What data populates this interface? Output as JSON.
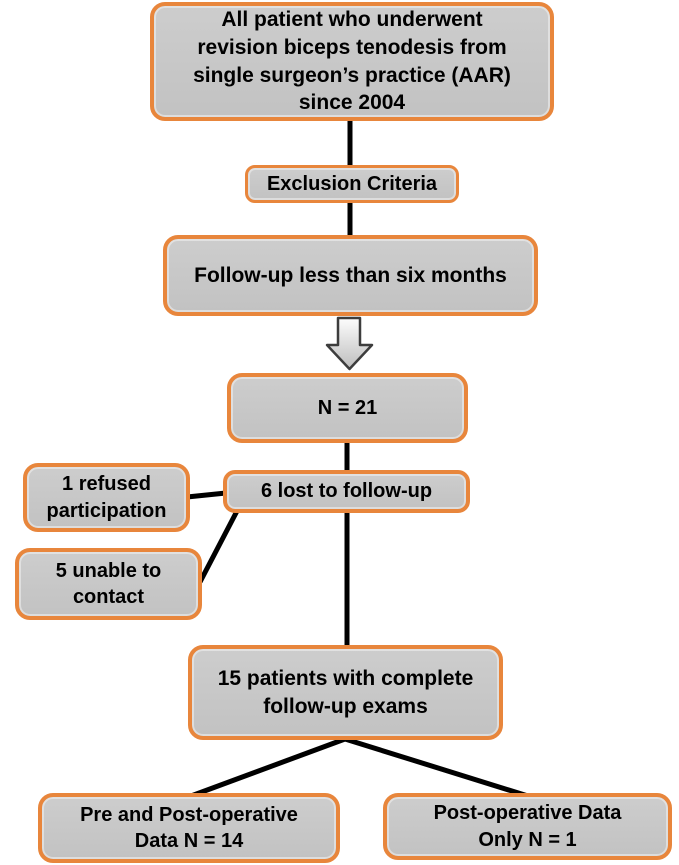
{
  "diagram": {
    "type": "flowchart",
    "title_none_visible": "",
    "colors": {
      "box_fill": "#c6c6c6",
      "box_border": "#e8863c",
      "connector_line": "#000000",
      "text": "#000000",
      "arrow_outline": "#3d3d3d",
      "arrow_fill_top": "#fdfdfd",
      "arrow_fill_bottom": "#bdbdbd",
      "background": "#ffffff"
    },
    "nodes": {
      "source": {
        "lines": [
          "All patient who underwent",
          "revision biceps tenodesis from",
          "single surgeon’s practice (AAR)",
          "since 2004"
        ]
      },
      "exclusion": {
        "label": "Exclusion Criteria"
      },
      "criteria": {
        "label": "Follow-up less than six months"
      },
      "n21": {
        "label": "N = 21"
      },
      "refused": {
        "lines": [
          "1 refused",
          "participation"
        ]
      },
      "unable": {
        "lines": [
          "5 unable to",
          "contact"
        ]
      },
      "lost": {
        "label": "6 lost to follow-up"
      },
      "complete": {
        "lines": [
          "15 patients with complete",
          "follow-up exams"
        ]
      },
      "prepost": {
        "lines": [
          "Pre and Post-operative",
          "Data N = 14"
        ]
      },
      "postonly": {
        "lines": [
          "Post-operative Data",
          "Only N = 1"
        ]
      }
    },
    "icons": [
      {
        "name": "down-block-arrow-icon",
        "meaning": "flow continues downward after exclusions"
      }
    ],
    "edges": [
      {
        "from": "source",
        "to": "exclusion"
      },
      {
        "from": "exclusion",
        "to": "criteria"
      },
      {
        "from": "criteria",
        "to": "n21",
        "via": "down-block-arrow-icon"
      },
      {
        "from": "n21",
        "to": "lost"
      },
      {
        "from": "refused",
        "to": "lost"
      },
      {
        "from": "unable",
        "to": "lost"
      },
      {
        "from": "lost",
        "to": "complete"
      },
      {
        "from": "complete",
        "to": "prepost"
      },
      {
        "from": "complete",
        "to": "postonly"
      }
    ]
  }
}
